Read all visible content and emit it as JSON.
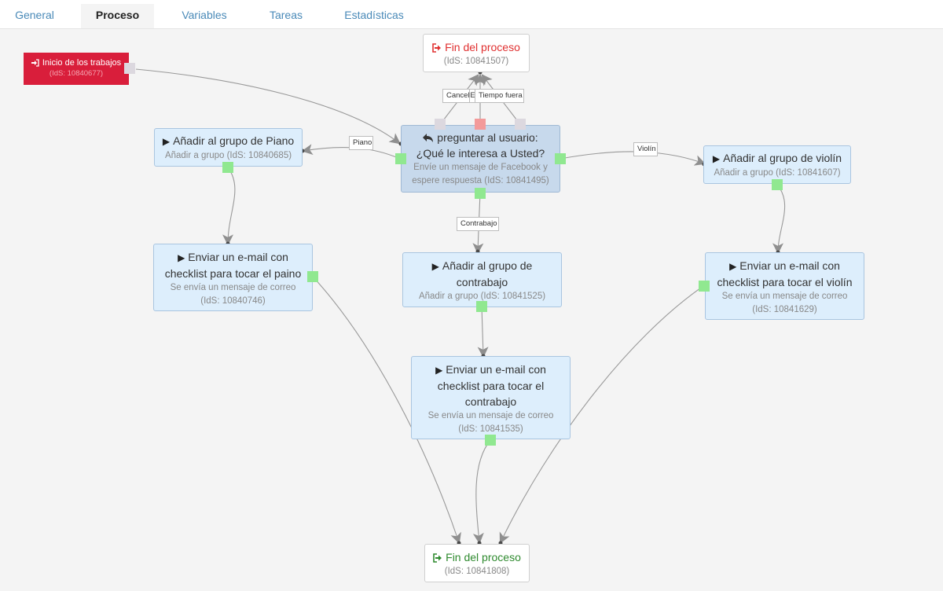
{
  "tabs": [
    {
      "label": "General",
      "active": false
    },
    {
      "label": "Proceso",
      "active": true
    },
    {
      "label": "Variables",
      "active": false
    },
    {
      "label": "Tareas",
      "active": false
    },
    {
      "label": "Estadísticas",
      "active": false
    }
  ],
  "start": {
    "title": "Inicio de los trabajos",
    "sub": "(IdS: 10840677)"
  },
  "end_top": {
    "title": "Fin del proceso",
    "sub": "(IdS: 10841507)"
  },
  "end_bottom": {
    "title": "Fin del proceso",
    "sub": "(IdS: 10841808)"
  },
  "ask": {
    "title": "preguntar al usuario: ¿Qué le interesa a Usted?",
    "sub": "Envíe un mensaje de Facebook y espere respuesta (IdS: 10841495)"
  },
  "piano_group": {
    "title": "Añadir al grupo de Piano",
    "sub": "Añadir a grupo (IdS: 10840685)"
  },
  "violin_group": {
    "title": "Añadir al grupo de violín",
    "sub": "Añadir a grupo (IdS: 10841607)"
  },
  "contrabajo_group": {
    "title": "Añadir al grupo de contrabajo",
    "sub": "Añadir a grupo (IdS: 10841525)"
  },
  "piano_email": {
    "title": "Enviar un e-mail con checklist para tocar el paino",
    "sub": "Se envía un mensaje de correo (IdS: 10840746)"
  },
  "violin_email": {
    "title": "Enviar un e-mail con checklist para tocar el violín",
    "sub": "Se envía un mensaje de correo (IdS: 10841629)"
  },
  "contrabajo_email": {
    "title": "Enviar un e-mail con checklist para tocar el contrabajo",
    "sub": "Se envía un mensaje de correo (IdS: 10841535)"
  },
  "edge_labels": {
    "cancel": "Cancel",
    "e": "E",
    "timeout": "Tiempo fuera",
    "piano": "Piano",
    "violin": "Violín",
    "contrabajo": "Contrabajo"
  },
  "colors": {
    "tab_link": "#4a8ab8",
    "start_bg": "#d91e3b",
    "node_bg": "#ddeefc",
    "node_selected_bg": "#c7d9ec",
    "port_green": "#90e890",
    "port_red": "#f39a9a",
    "end_red": "#e03030",
    "end_green": "#2e8a2e"
  },
  "icons": {
    "start": "sign-in-icon",
    "end": "sign-out-icon",
    "ask": "reply-icon",
    "task": "play-icon"
  }
}
